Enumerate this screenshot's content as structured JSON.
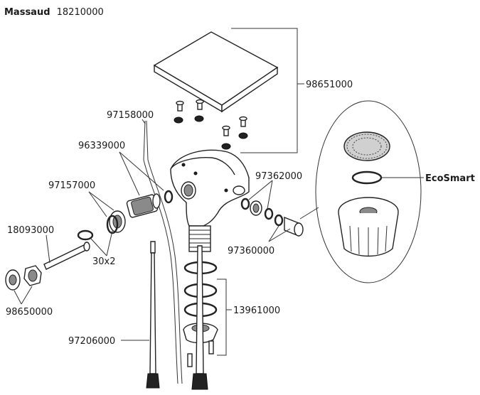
{
  "header": {
    "brand": "Massaud",
    "model_number": "18210000"
  },
  "parts": {
    "p98651000": "98651000",
    "p97158000": "97158000",
    "p96339000": "96339000",
    "p97157000": "97157000",
    "p97362000": "97362000",
    "p18093000": "18093000",
    "p30x2": "30x2",
    "p97360000": "97360000",
    "p98650000": "98650000",
    "p13961000": "13961000",
    "p97206000": "97206000"
  },
  "ecosmart_label": "EcoSmart"
}
